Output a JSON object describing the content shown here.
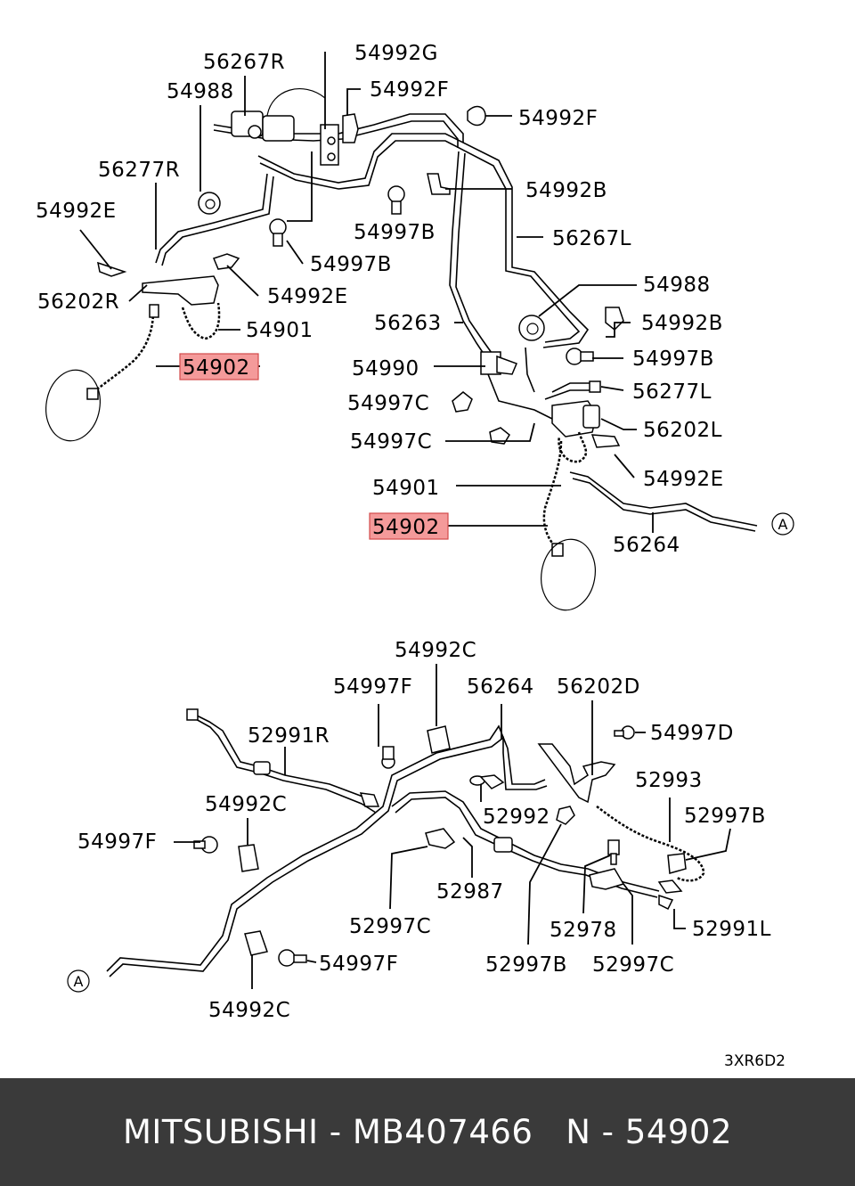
{
  "labels": {
    "l_56267R": "56267R",
    "l_54992G": "54992G",
    "l_54988a": "54988",
    "l_54992Fa": "54992F",
    "l_54992Fb": "54992F",
    "l_56277R": "56277R",
    "l_54992Ba": "54992B",
    "l_54992Ea": "54992E",
    "l_54997Ba": "54997B",
    "l_56267L": "56267L",
    "l_54997Bb": "54997B",
    "l_56202R": "56202R",
    "l_54992Eb": "54992E",
    "l_54988b": "54988",
    "l_54901a": "54901",
    "l_56263": "56263",
    "l_54992Bb": "54992B",
    "l_54902a": "54902",
    "l_54990": "54990",
    "l_54997Bc": "54997B",
    "l_56277L": "56277L",
    "l_54997Ca": "54997C",
    "l_56202L": "56202L",
    "l_54997Cb": "54997C",
    "l_54992Ec": "54992E",
    "l_54901b": "54901",
    "l_54902b": "54902",
    "l_56264a": "56264",
    "l_54992Ca": "54992C",
    "l_54997Fa": "54997F",
    "l_56264b": "56264",
    "l_56202D": "56202D",
    "l_52991R": "52991R",
    "l_54997D": "54997D",
    "l_52993": "52993",
    "l_54992Cb": "54992C",
    "l_52992": "52992",
    "l_52997Ba": "52997B",
    "l_54997Fb": "54997F",
    "l_52987": "52987",
    "l_52997Ca": "52997C",
    "l_52978": "52978",
    "l_52991L": "52991L",
    "l_54997Fc": "54997F",
    "l_52997Bb": "52997B",
    "l_52997Cb": "52997C",
    "l_54992Cc": "54992C"
  },
  "connector_ref": "A",
  "drawing_code": "3XR6D2",
  "highlight_color": "#f49a9a",
  "footer": {
    "text": "MITSUBISHI - MB407466   N - 54902",
    "background": "#3a3a3a",
    "color": "#ffffff"
  }
}
